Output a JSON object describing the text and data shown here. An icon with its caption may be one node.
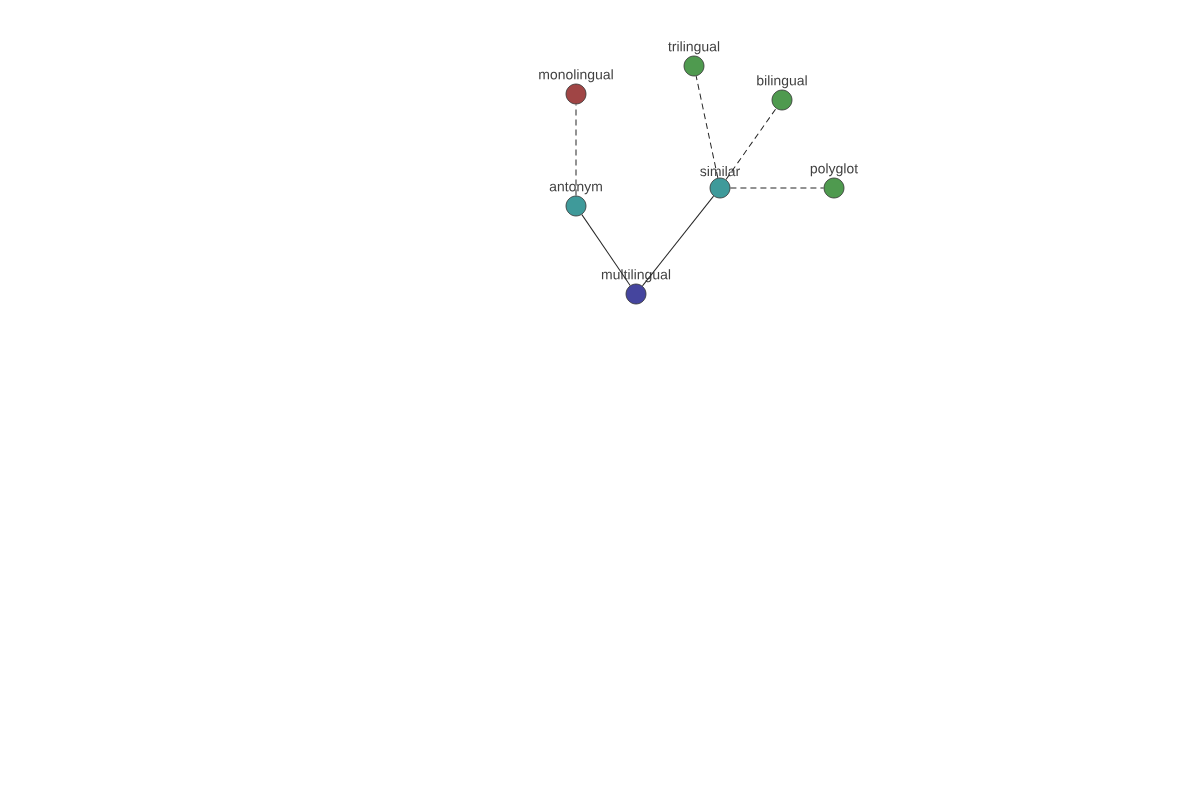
{
  "diagram": {
    "nodes": [
      {
        "text": [
          "trilingual"
        ]
      },
      {
        "text": [
          "monolingual"
        ]
      },
      {
        "text": [
          "bilingual"
        ]
      },
      {
        "text": [
          "similar"
        ]
      },
      {
        "text": [
          "polyglot"
        ]
      },
      {
        "text": [
          "antonym"
        ]
      },
      {
        "text": [
          "multilingual"
        ]
      }
    ],
    "edges": [
      {
        "from": 6,
        "to": 5,
        "arrow": "none"
      },
      {
        "from": 6,
        "to": 3,
        "arrow": "none"
      },
      {
        "from": 5,
        "to": 1,
        "arrow": "none",
        "style": "dashed"
      },
      {
        "from": 3,
        "to": 0,
        "arrow": "none",
        "style": "dashed"
      },
      {
        "from": 3,
        "to": 2,
        "arrow": "none",
        "style": "dashed"
      },
      {
        "from": 3,
        "to": 4,
        "arrow": "none",
        "style": "dashed"
      }
    ]
  }
}
